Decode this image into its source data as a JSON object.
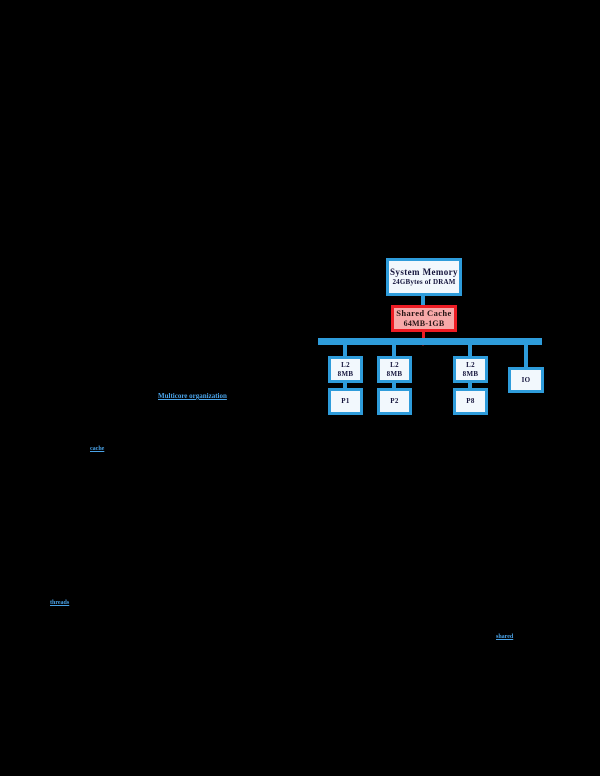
{
  "page": {
    "background": "#000000",
    "link_color": "#4aa3e8",
    "fragments": {
      "caption": "Multicore organization",
      "word1": "cache",
      "word2": "threads",
      "word3": "shared"
    }
  },
  "diagram": {
    "colors": {
      "blue": "#2e9cdb",
      "red": "#ed1c24",
      "box_fill": "#f2f8fd",
      "cache_fill": "#f7a9a9",
      "box_text": "#14143c"
    },
    "system_memory": {
      "line1": "System Memory",
      "line2": "24GBytes of DRAM"
    },
    "shared_cache": {
      "line1": "Shared Cache",
      "line2": "64MB-1GB"
    },
    "l2_caches": [
      {
        "line1": "L2",
        "line2": "8MB"
      },
      {
        "line1": "L2",
        "line2": "8MB"
      },
      {
        "line1": "L2",
        "line2": "8MB"
      }
    ],
    "processors": [
      "P1",
      "P2",
      "P8"
    ],
    "io_label": "IO"
  }
}
